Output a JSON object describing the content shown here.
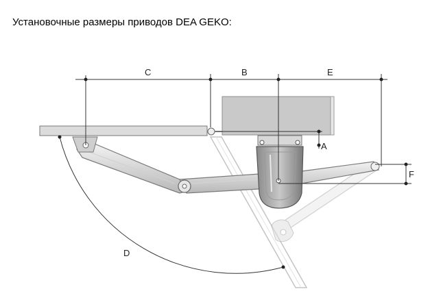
{
  "title": "Установочные размеры приводов DEA GEKO:",
  "labels": {
    "a": "A",
    "b": "B",
    "c": "C",
    "d": "D",
    "e": "E",
    "f": "F"
  }
}
